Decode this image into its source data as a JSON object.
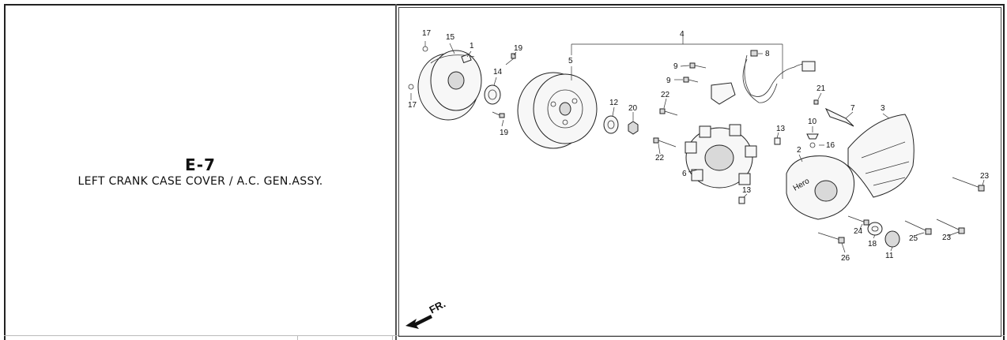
{
  "left_panel": {
    "code": "E-7",
    "title": "LEFT CRANK CASE COVER / A.C. GEN.ASSY."
  },
  "diagram": {
    "callouts": [
      "17",
      "15",
      "1",
      "19",
      "14",
      "17",
      "19",
      "5",
      "4",
      "8",
      "9",
      "9",
      "22",
      "12",
      "20",
      "21",
      "7",
      "3",
      "10",
      "16",
      "13",
      "2",
      "22",
      "6",
      "13",
      "23",
      "24",
      "18",
      "11",
      "25",
      "23",
      "26"
    ],
    "brand_mark": "Hero",
    "direction": "FR."
  }
}
